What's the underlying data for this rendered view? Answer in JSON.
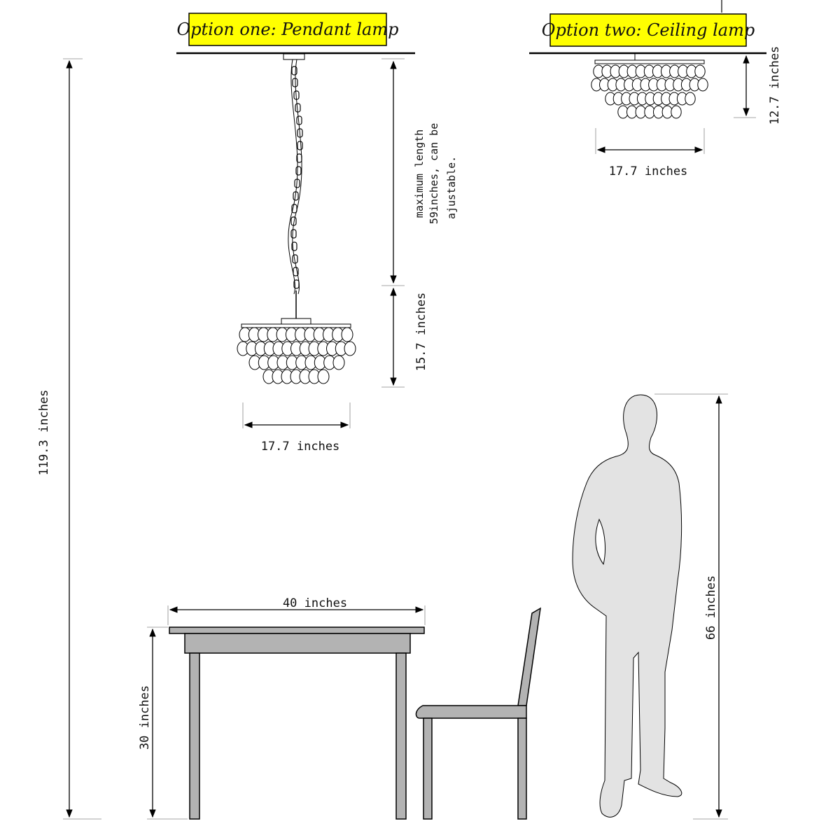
{
  "options": {
    "option_one": "Option one: Pendant lamp",
    "option_two": "Option two: Ceiling lamp"
  },
  "highlight_color": "#ffff00",
  "dimensions": {
    "total_height": "119.3 inches",
    "max_length_line1": "maximum length",
    "max_length_line2": "59inches, can be",
    "max_length_line3": "ajustable.",
    "pendant_height": "15.7 inches",
    "pendant_width": "17.7 inches",
    "ceiling_height": "12.7 inches",
    "ceiling_width": "17.7 inches",
    "table_width": "40 inches",
    "table_height": "30 inches",
    "person_height": "66 inches"
  }
}
